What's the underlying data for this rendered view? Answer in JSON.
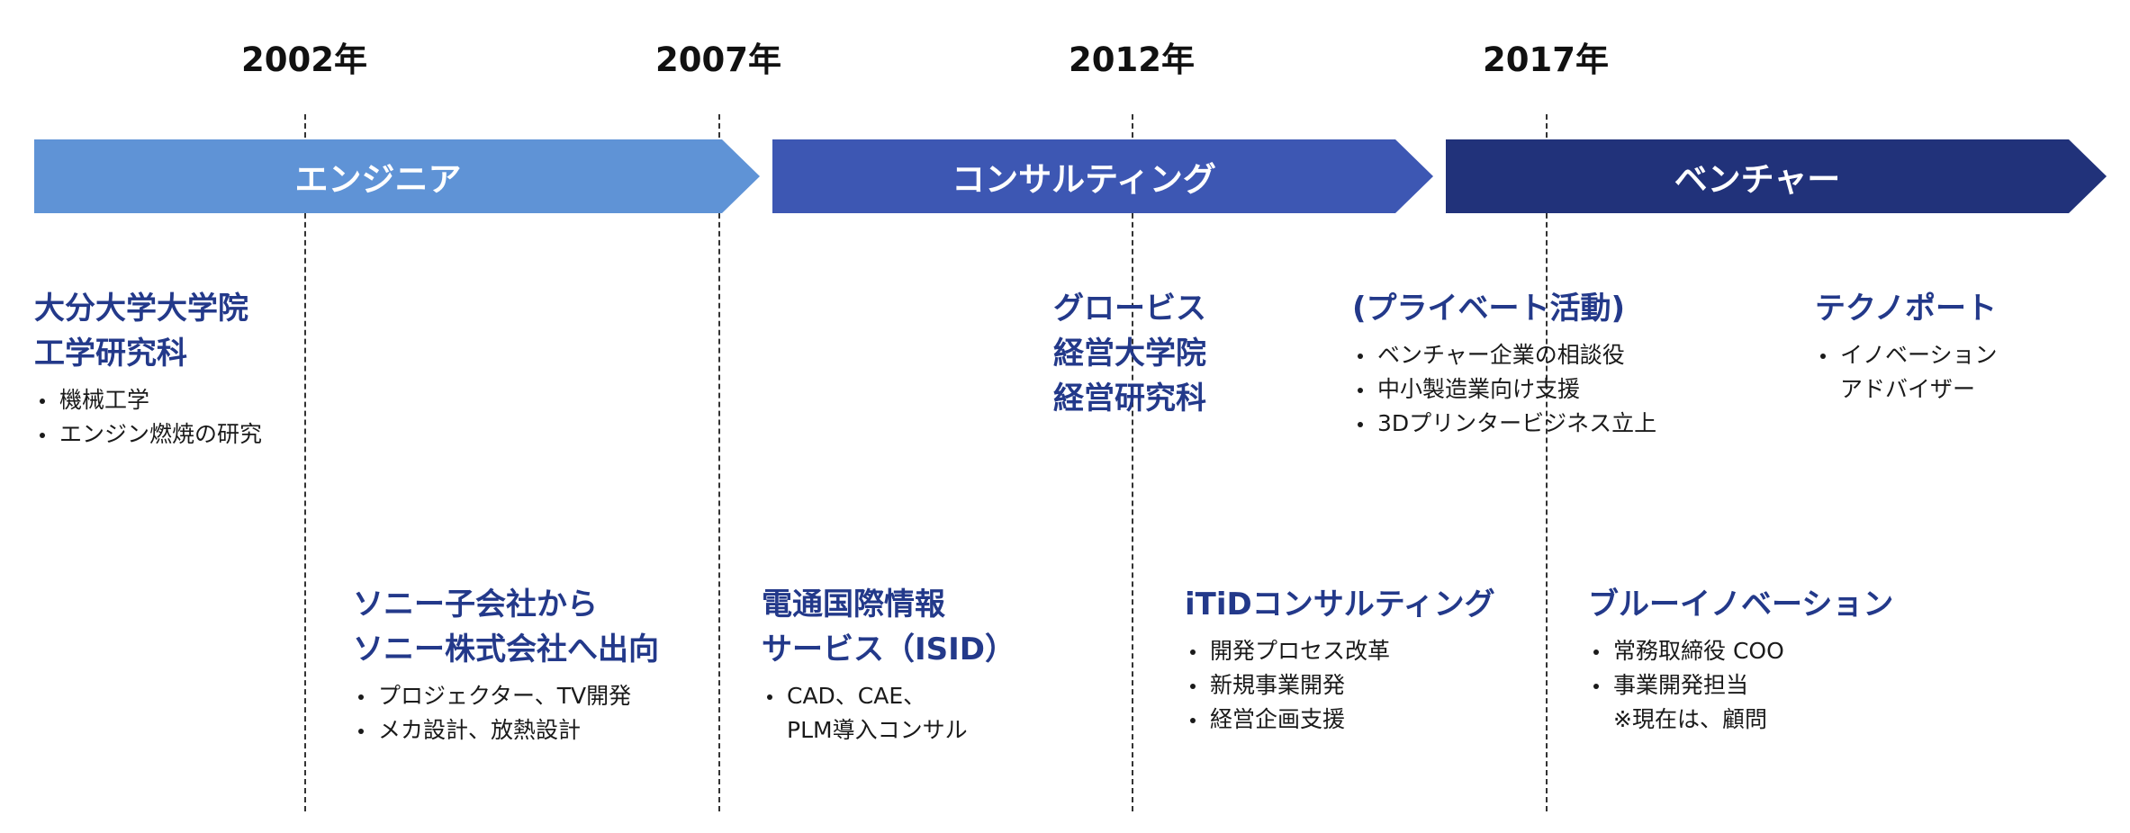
{
  "years": [
    "2002年",
    "2007年",
    "2012年",
    "2017年"
  ],
  "phases": [
    {
      "label": "エンジニア",
      "color": "#5f93d6"
    },
    {
      "label": "コンサルティング",
      "color": "#3d57b3"
    },
    {
      "label": "ベンチャー",
      "color": "#21327a"
    }
  ],
  "entries": {
    "university": {
      "title": [
        "大分大学大学院",
        "工学研究科"
      ],
      "items": [
        "機械工学",
        "エンジン燃焼の研究"
      ]
    },
    "sony": {
      "title": [
        "ソニー子会社から",
        "ソニー株式会社へ出向"
      ],
      "items": [
        "プロジェクター、TV開発",
        "メカ設計、放熱設計"
      ]
    },
    "isid": {
      "title": [
        "電通国際情報",
        "サービス（ISID）"
      ],
      "items": [
        "CAD、CAE、",
        "PLM導入コンサル"
      ]
    },
    "globis": {
      "title": [
        "グロービス",
        "経営大学院",
        "経営研究科"
      ]
    },
    "itid": {
      "title": [
        "iTiDコンサルティング"
      ],
      "items": [
        "開発プロセス改革",
        "新規事業開発",
        "経営企画支援"
      ]
    },
    "private": {
      "title": [
        "(プライベート活動)"
      ],
      "items": [
        "ベンチャー企業の相談役",
        "中小製造業向け支援",
        "3Dプリンタービジネス立上"
      ]
    },
    "blue": {
      "title": [
        "ブルーイノベーション"
      ],
      "items": [
        "常務取締役 COO",
        "事業開発担当",
        "※現在は、顧問"
      ]
    },
    "techno": {
      "title": [
        "テクノポート"
      ],
      "items": [
        "イノベーション",
        "アドバイザー"
      ]
    }
  }
}
